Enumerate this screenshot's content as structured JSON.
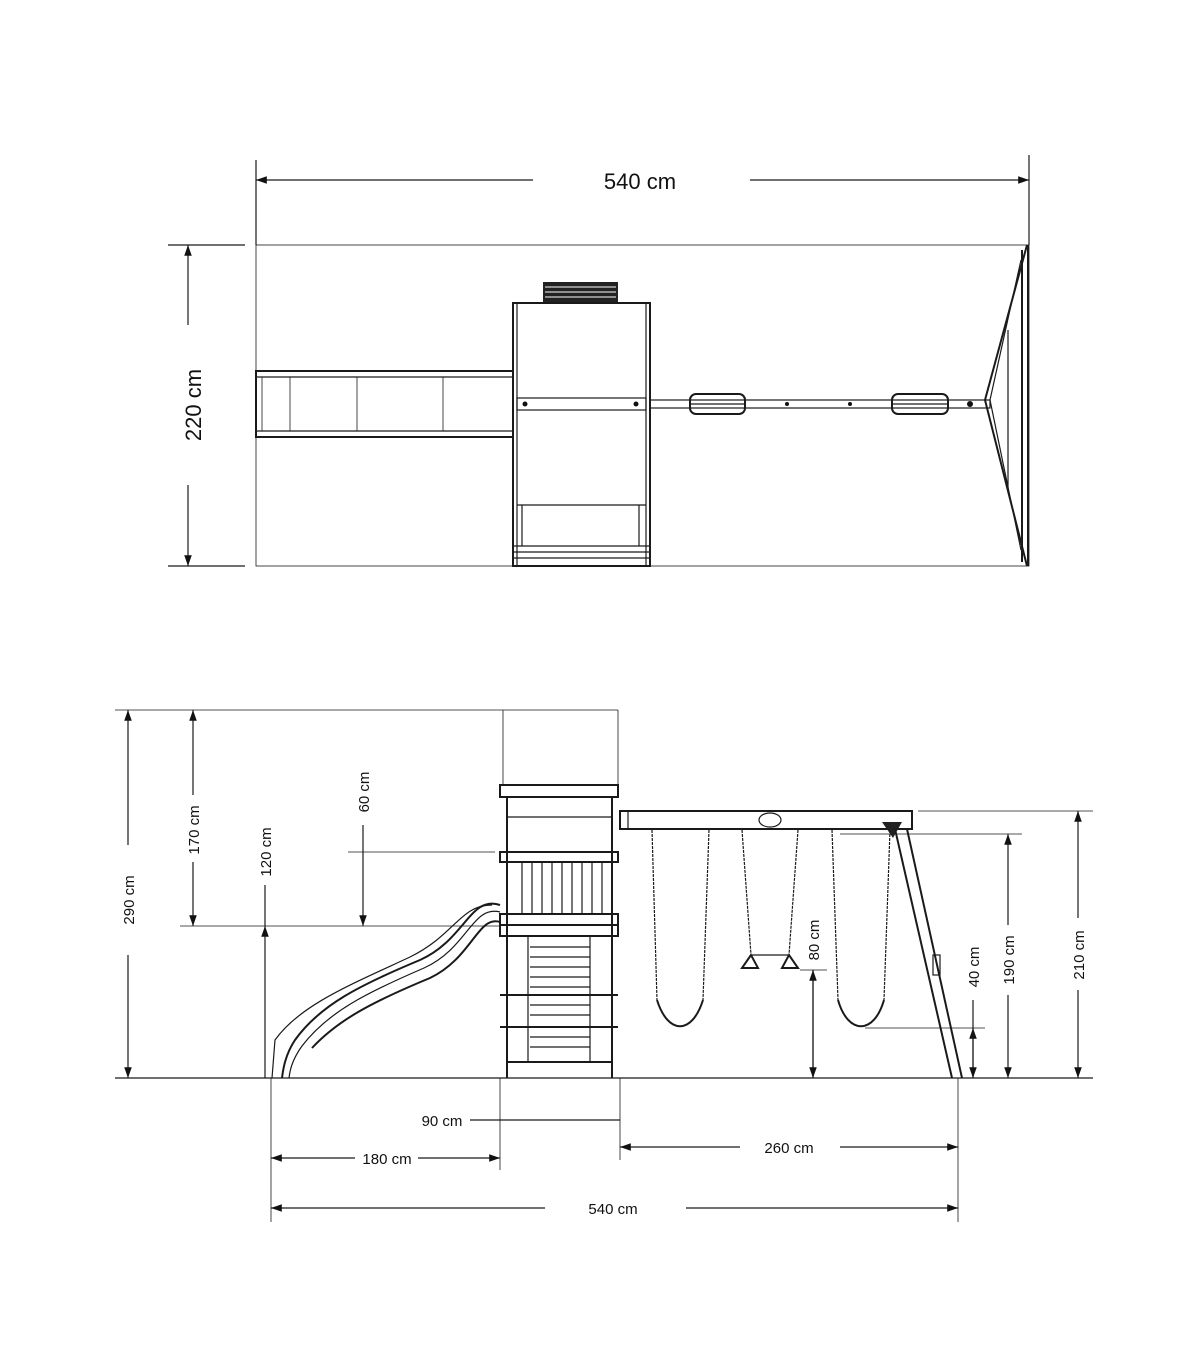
{
  "top_view": {
    "width_label": "540 cm",
    "depth_label": "220 cm"
  },
  "side_view": {
    "total_height": "290 cm",
    "roof_height": "170 cm",
    "platform_height": "120 cm",
    "rail_height": "60 cm",
    "trapeze_height": "80 cm",
    "swing_seat_height": "40 cm",
    "chain_length": "190 cm",
    "beam_height": "210 cm",
    "tower_width": "90 cm",
    "slide_length": "180 cm",
    "swing_frame_length": "260 cm",
    "total_length": "540 cm"
  }
}
